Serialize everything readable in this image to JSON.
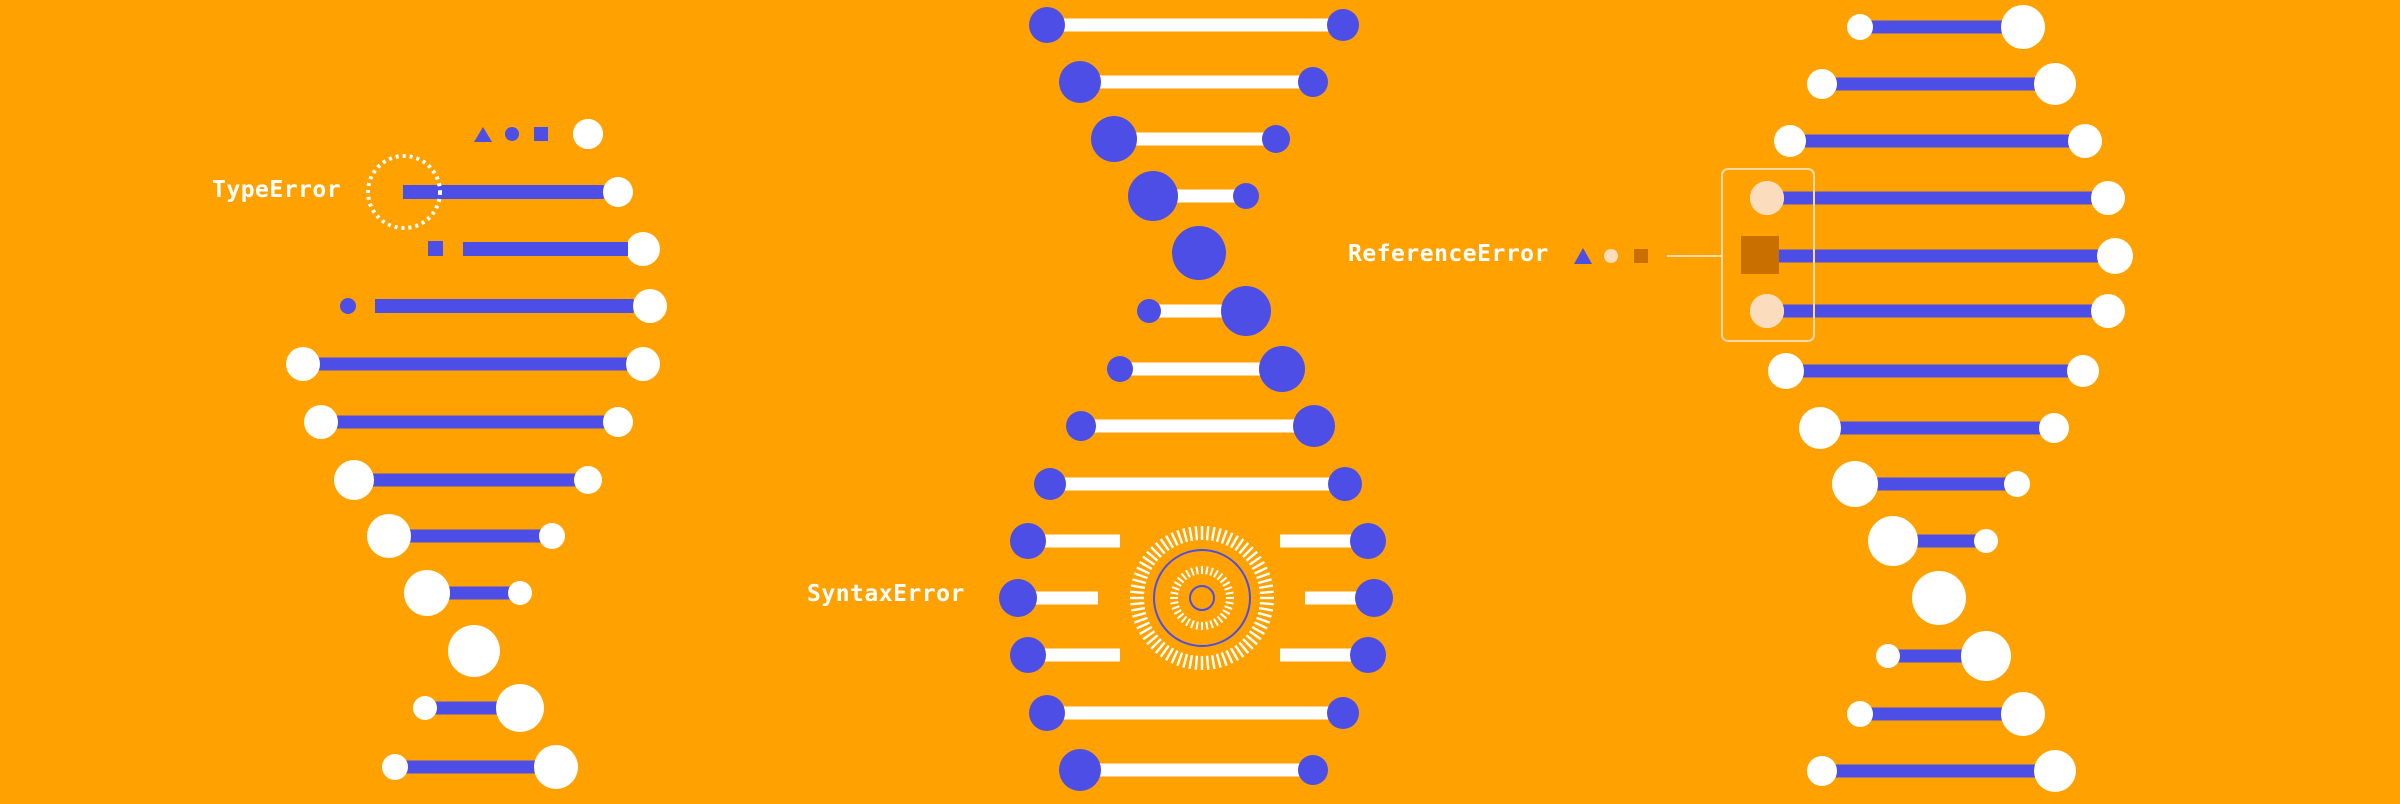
{
  "labels": {
    "type_error": "TypeError",
    "syntax_error": "SyntaxError",
    "reference_error": "ReferenceError"
  },
  "colors": {
    "background": "#FFA100",
    "blue": "#4C4EE6",
    "white": "#FFFFFF",
    "peach": "#FBDDBD",
    "dark_orange": "#C96F00"
  },
  "shape_legend": [
    "triangle-icon",
    "circle-icon",
    "square-icon"
  ]
}
